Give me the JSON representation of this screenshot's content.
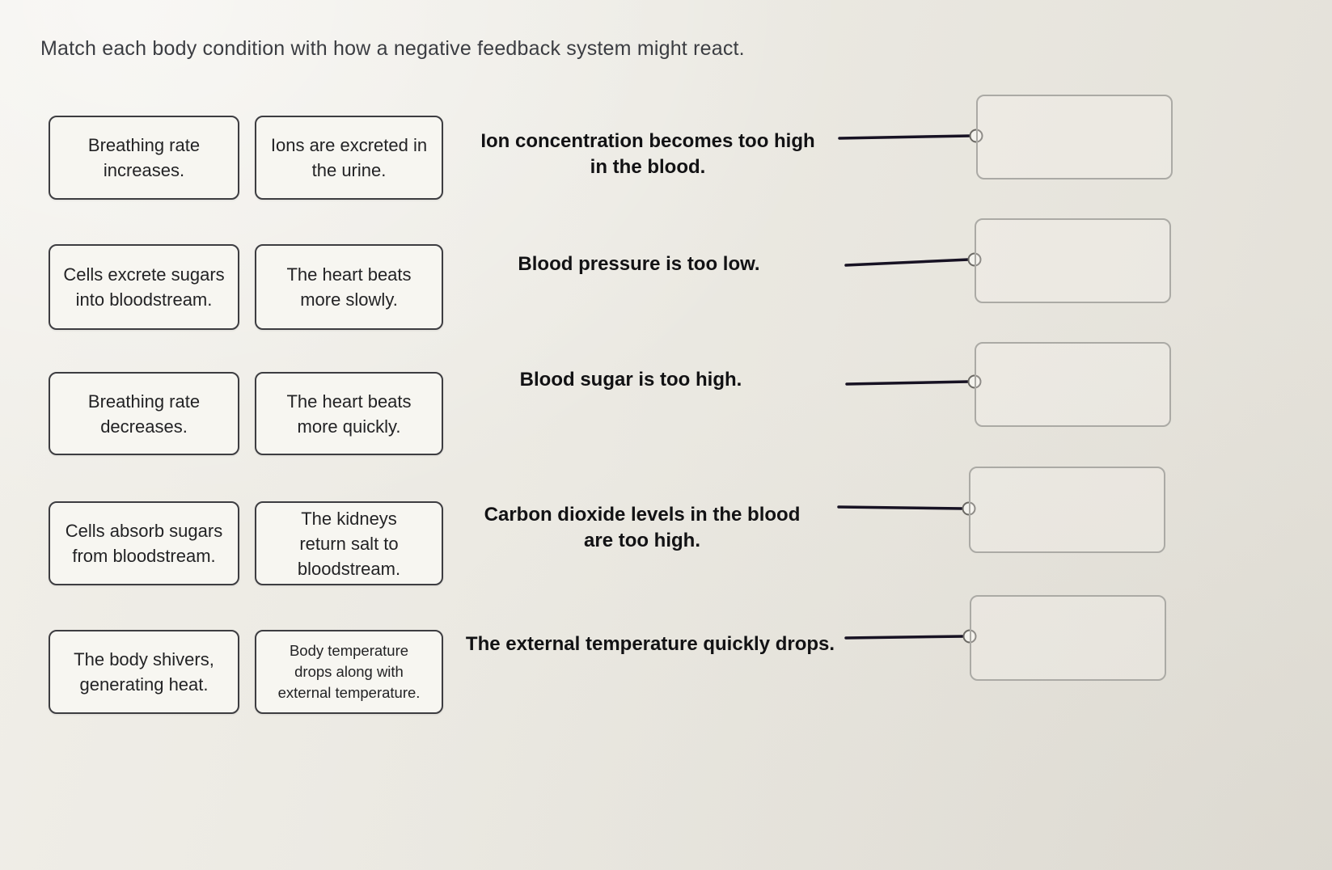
{
  "title": "Match each body condition with how a negative feedback system might react.",
  "answer_bank": {
    "tiles": [
      {
        "label": "Breathing rate increases."
      },
      {
        "label": "Ions are excreted in the urine."
      },
      {
        "label": "Cells excrete sugars into bloodstream."
      },
      {
        "label": "The heart beats more slowly."
      },
      {
        "label": "Breathing rate decreases."
      },
      {
        "label": "The heart beats more quickly."
      },
      {
        "label": "Cells absorb sugars from bloodstream."
      },
      {
        "label": "The kidneys return salt to bloodstream."
      },
      {
        "label": "The body shivers, generating heat."
      },
      {
        "label": "Body temperature drops along with external temperature."
      }
    ]
  },
  "conditions": [
    {
      "label": "Ion concentration becomes too high in the blood.",
      "answer": ""
    },
    {
      "label": "Blood pressure is too low.",
      "answer": ""
    },
    {
      "label": "Blood sugar is too high.",
      "answer": ""
    },
    {
      "label": "Carbon dioxide levels in the blood are too high.",
      "answer": ""
    },
    {
      "label": "The external temperature quickly drops.",
      "answer": ""
    }
  ],
  "colors": {
    "background": "#eae8e1",
    "tile_background": "#f7f6f1",
    "tile_border": "#3d3d41",
    "dropzone_border": "#abaaa5",
    "connector_line": "#171223",
    "prompt_text": "#121214",
    "title_text": "#3b3d42"
  }
}
